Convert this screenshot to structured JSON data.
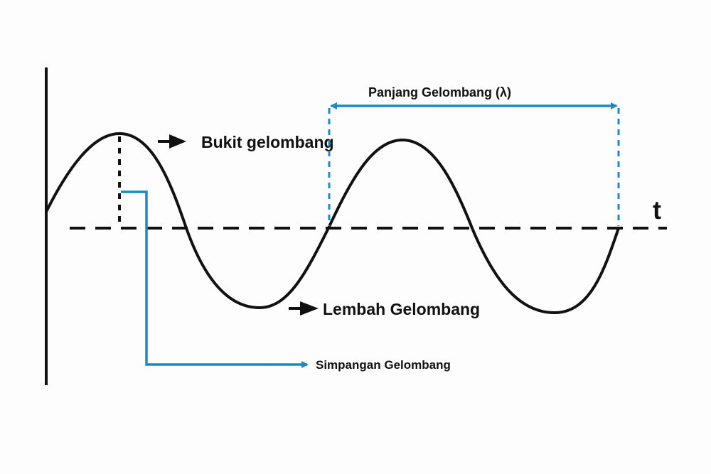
{
  "diagram": {
    "type": "transverse-wave",
    "axis_label": "t",
    "labels": {
      "crest": "Bukit gelombang",
      "trough": "Lembah Gelombang",
      "amplitude": "Simpangan Gelombang",
      "wavelength": "Panjang Gelombang (λ)"
    },
    "colors": {
      "wave": "#111111",
      "axis": "#111111",
      "annotation_blue": "#1a8ac8",
      "background": "#fdfdfd"
    }
  }
}
